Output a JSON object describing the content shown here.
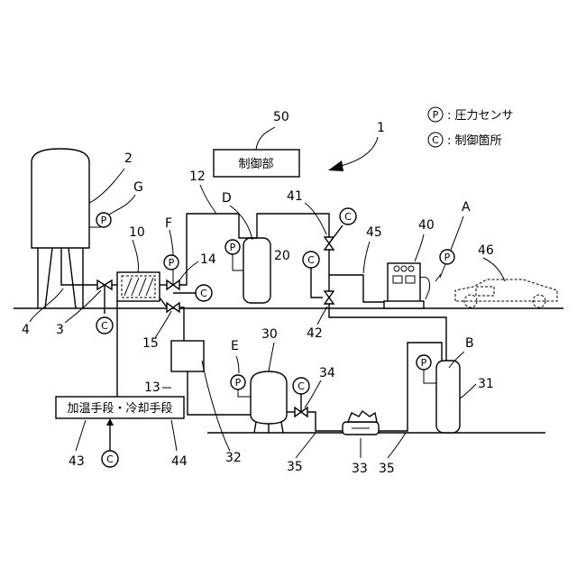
{
  "legend": {
    "pressure_symbol": "P",
    "pressure_text": ": 圧力センサ",
    "control_symbol": "C",
    "control_text": ": 制御箇所"
  },
  "control_unit": {
    "label": "制御部",
    "ref": "50"
  },
  "heater_unit": {
    "label": "加温手段・冷却手段"
  },
  "symbols": {
    "P": "P",
    "C": "C"
  },
  "refs": {
    "r1": "1",
    "r2": "2",
    "r3": "3",
    "r4": "4",
    "r10": "10",
    "r12": "12",
    "r13": "13",
    "r14": "14",
    "r15": "15",
    "r20": "20",
    "r30": "30",
    "r31": "31",
    "r32": "32",
    "r33": "33",
    "r34": "34",
    "r35a": "35",
    "r35b": "35",
    "r40": "40",
    "r41": "41",
    "r42": "42",
    "r43": "43",
    "r44": "44",
    "r45": "45",
    "r46": "46",
    "r50": "50",
    "A": "A",
    "B": "B",
    "D": "D",
    "E": "E",
    "F": "F",
    "G": "G"
  }
}
